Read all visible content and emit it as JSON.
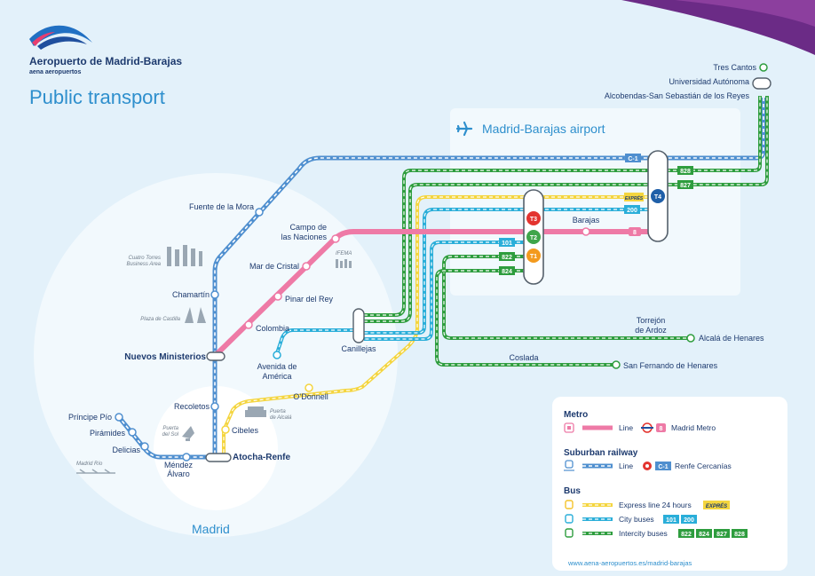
{
  "header": {
    "brand_name": "Aeropuerto de Madrid-Barajas",
    "brand_sub": "aena aeropuertos",
    "page_title": "Public transport"
  },
  "airport": {
    "zone_label": "Madrid-Barajas airport",
    "terminals": [
      "T4",
      "T3",
      "T2",
      "T1"
    ]
  },
  "city": {
    "zone_label": "Madrid"
  },
  "stations": {
    "tres_cantos": "Tres Cantos",
    "universidad": "Universidad Autónoma",
    "alcobendas": "Alcobendas-San Sebastián de los Reyes",
    "fuente_mora": "Fuente de la Mora",
    "campo_naciones_1": "Campo de",
    "campo_naciones_2": "las Naciones",
    "mar_cristal": "Mar de Cristal",
    "pinar_rey": "Pinar del Rey",
    "colombia": "Colombia",
    "chamartin": "Chamartín",
    "nuevos_ministerios": "Nuevos Ministerios",
    "avenida_america_1": "Avenida de",
    "avenida_america_2": "América",
    "canillejas": "Canillejas",
    "odonnell": "O’Donnell",
    "recoletos": "Recoletos",
    "cibeles": "Cibeles",
    "atocha": "Atocha-Renfe",
    "principe_pio": "Príncipe Pío",
    "piramides": "Pirámides",
    "delicias": "Delicias",
    "mendez_1": "Méndez",
    "mendez_2": "Álvaro",
    "barajas": "Barajas",
    "torrejon_1": "Torrejón",
    "torrejon_2": "de Ardoz",
    "alcala": "Alcalá de Henares",
    "coslada": "Coslada",
    "san_fernando": "San Fernando de Henares"
  },
  "landmarks": {
    "cuatro_torres_1": "Cuatro Torres",
    "cuatro_torres_2": "Business Area",
    "ifema": "IFEMA",
    "plaza_castilla": "Plaza de Castilla",
    "puerta_alcala_1": "Puerta",
    "puerta_alcala_2": "de Alcalá",
    "puerta_sol_1": "Puerta",
    "puerta_sol_2": "del Sol",
    "madrid_rio": "Madrid Río"
  },
  "route_badges": {
    "c1": "C-1",
    "b828": "828",
    "b827": "827",
    "express": "EXPRÉS",
    "b200": "200",
    "b101": "101",
    "b822": "822",
    "b824": "824",
    "metro8": "8"
  },
  "legend": {
    "metro_heading": "Metro",
    "metro_line": "Line",
    "metro_badge": "8",
    "metro_network": "Madrid Metro",
    "rail_heading": "Suburban railway",
    "rail_line": "Line",
    "rail_badge": "C-1",
    "rail_network": "Renfe Cercanías",
    "bus_heading": "Bus",
    "bus_express": "Express line 24 hours",
    "bus_express_badge": "EXPRÉS",
    "bus_city": "City buses",
    "bus_city_badges": [
      "101",
      "200"
    ],
    "bus_intercity": "Intercity buses",
    "bus_intercity_badges": [
      "822",
      "824",
      "827",
      "828"
    ],
    "website": "www.aena-aeropuertos.es/madrid-barajas"
  },
  "colors": {
    "metro_pink": "#ee7aa6",
    "rail_blue": "#4f8fcf",
    "express_yellow": "#f4d53f",
    "city_bus_cyan": "#2aaed9",
    "intercity_green": "#2e9d3e",
    "text_navy": "#1d3a6e",
    "title_blue": "#2e8fcd"
  }
}
